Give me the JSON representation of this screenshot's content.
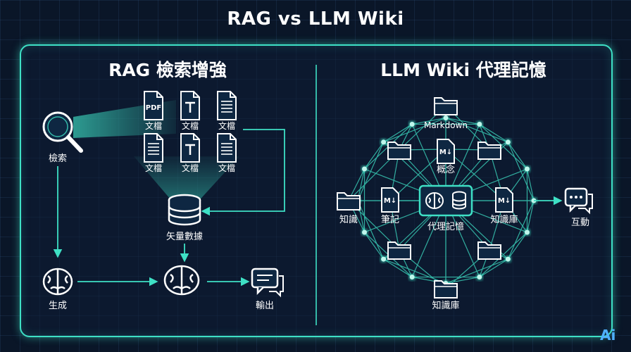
{
  "title": "RAG vs LLM Wiki",
  "logo_text": "Ai",
  "accent_color": "#3ee0c5",
  "left": {
    "heading": "RAG 檢索增強",
    "search_label": "檢索",
    "doc_label": "文檔",
    "doc_types": [
      "PDF",
      "T",
      "lines",
      "lines",
      "T",
      "lines"
    ],
    "vector_label": "矢量數據",
    "generate_label": "生成",
    "output_label": "輸出"
  },
  "right": {
    "heading": "LLM Wiki 代理記憶",
    "markdown_label": "Markdown",
    "concept_label": "概念",
    "knowledge_label": "知識",
    "notes_label": "筆記",
    "agent_memory_label": "代理記憶",
    "knowledge_base_label": "知識庫",
    "knowledge_base_bottom_label": "知識庫",
    "interact_label": "互動",
    "md_icon_text": "M↓",
    "pdf_text": "PDF"
  }
}
